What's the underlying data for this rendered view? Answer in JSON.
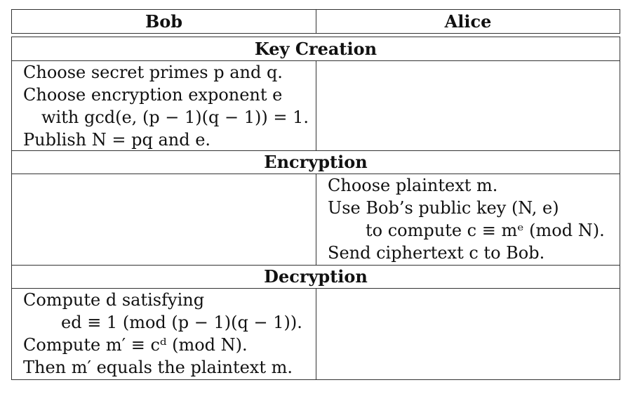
{
  "header": {
    "left": "Bob",
    "right": "Alice"
  },
  "sections": [
    {
      "title": "Key Creation",
      "bob_lines": [
        "Choose secret primes p and q.",
        "Choose encryption exponent e",
        "with gcd(e, (p − 1)(q − 1)) = 1.",
        "Publish N = pq and e."
      ],
      "alice_lines": []
    },
    {
      "title": "Encryption",
      "bob_lines": [],
      "alice_lines": [
        "Choose plaintext m.",
        "Use Bob’s public key (N, e)",
        "to compute c ≡ mᵉ (mod N).",
        "Send ciphertext c to Bob."
      ]
    },
    {
      "title": "Decryption",
      "bob_lines": [
        "Compute d satisfying",
        "ed ≡ 1 (mod (p − 1)(q − 1)).",
        "Compute m′ ≡ cᵈ (mod N).",
        "Then m′ equals the plaintext m."
      ],
      "alice_lines": []
    }
  ]
}
